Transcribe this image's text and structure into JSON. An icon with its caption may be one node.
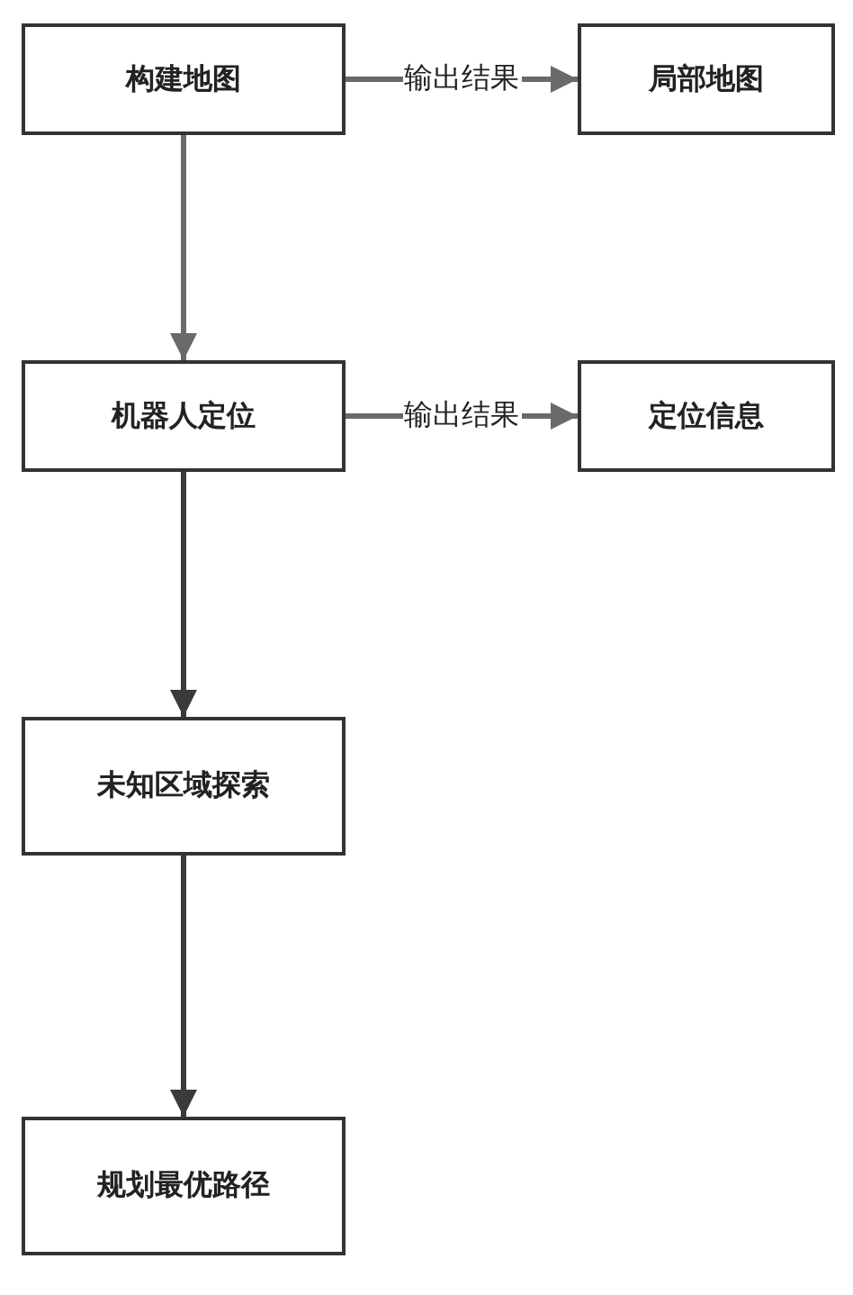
{
  "diagram": {
    "nodes": [
      {
        "text": [
          "构建地图"
        ]
      },
      {
        "text": [
          "局部地图"
        ]
      },
      {
        "text": [
          "机器人定位"
        ]
      },
      {
        "text": [
          "定位信息"
        ]
      },
      {
        "text": [
          "未知区域探索"
        ]
      },
      {
        "text": [
          "规划最优路径"
        ]
      }
    ],
    "edges": [
      {
        "from": 0,
        "to": 1,
        "arrow": "to",
        "label": "输出结果"
      },
      {
        "from": 0,
        "to": 2,
        "arrow": "to"
      },
      {
        "from": 2,
        "to": 3,
        "arrow": "to",
        "label": "输出结果"
      },
      {
        "from": 2,
        "to": 4,
        "arrow": "to",
        "color": "#3a3a3a"
      },
      {
        "from": 4,
        "to": 5,
        "arrow": "to",
        "color": "#3a3a3a"
      }
    ]
  }
}
